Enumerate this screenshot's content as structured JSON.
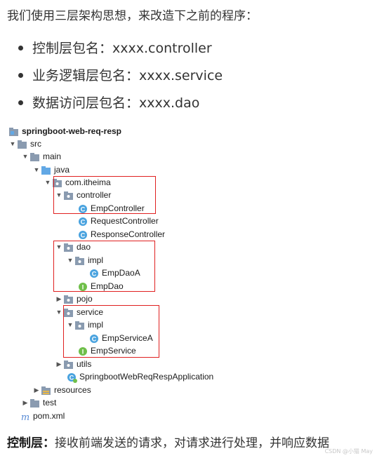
{
  "intro": "我们使用三层架构思想，来改造下之前的程序：",
  "bullets": [
    "控制层包名：xxxx.controller",
    "业务逻辑层包名：xxxx.service",
    "数据访问层包名：xxxx.dao"
  ],
  "tree": {
    "root": "springboot-web-req-resp",
    "src": "src",
    "main": "main",
    "java": "java",
    "pkg": "com.itheima",
    "controller": "controller",
    "emp_controller": "EmpController",
    "request_controller": "RequestController",
    "response_controller": "ResponseController",
    "dao": "dao",
    "dao_impl": "impl",
    "emp_dao_a": "EmpDaoA",
    "emp_dao": "EmpDao",
    "pojo": "pojo",
    "service": "service",
    "service_impl": "impl",
    "emp_service_a": "EmpServiceA",
    "emp_service": "EmpService",
    "utils": "utils",
    "app": "SpringbootWebReqRespApplication",
    "resources": "resources",
    "test": "test",
    "pom": "pom.xml"
  },
  "bottom": {
    "label": "控制层：",
    "text": "接收前端发送的请求，对请求进行处理，并响应数据"
  },
  "watermark": "CSDN @小猫 May",
  "colors": {
    "highlight_box": "#e02020",
    "class_icon": "#4aa3df",
    "interface_icon": "#6fbf4a",
    "folder": "#8a9bb0",
    "source_folder": "#62a8e5"
  }
}
